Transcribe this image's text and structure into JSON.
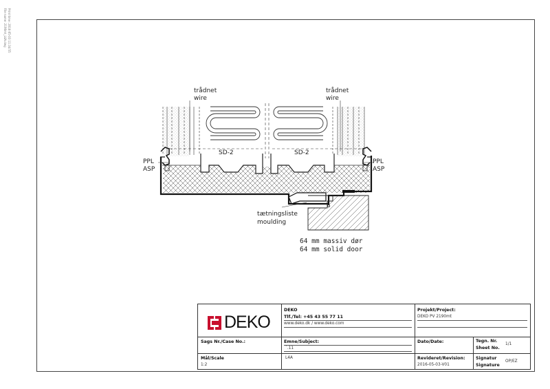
{
  "print_info": {
    "print_time": "Print time: 2016-05-03 11:34:55",
    "file_name": "File name: 2190mt_L4A.dwg"
  },
  "drawing": {
    "labels": {
      "wire_left_da": "trådnet",
      "wire_left_en": "wire",
      "wire_right_da": "trådnet",
      "wire_right_en": "wire",
      "sd_left": "SD-2",
      "sd_right": "SD-2",
      "ppl_left": "PPL",
      "asp_left": "ASP",
      "ppl_right": "PPL",
      "asp_right": "ASP",
      "moulding_da": "tætningsliste",
      "moulding_en": "moulding",
      "door_da": "64  mm  massiv  dør",
      "door_en": "64  mm  solid  door"
    }
  },
  "title_block": {
    "brand": "DEKO",
    "company_name": "DEKO",
    "phone": "Tlf./Tel: +45 43 55 77 11",
    "website": "www.deko.dk / www.deko.com",
    "project_label": "Projekt/Project:",
    "project_value": "DEKO PV 2190mt",
    "case_label": "Sags Nr./Case No.:",
    "subject_label": "Emne/Subject:",
    "subject_value": "`.11",
    "date_label": "Dato/Date:",
    "sheet_label_da": "Tegn. Nr.",
    "sheet_label_en": "Sheet No.",
    "sheet_value": "1/1",
    "scale_label": "Mål/Scale",
    "scale_value": "1:2",
    "subject_value_2": "L4A",
    "revision_label": "Revideret/Revision:",
    "revision_value": "2016-05-03-V01",
    "signature_label_da": "Signatur",
    "signature_label_en": "Signature",
    "signature_value": "OP/EZ"
  }
}
